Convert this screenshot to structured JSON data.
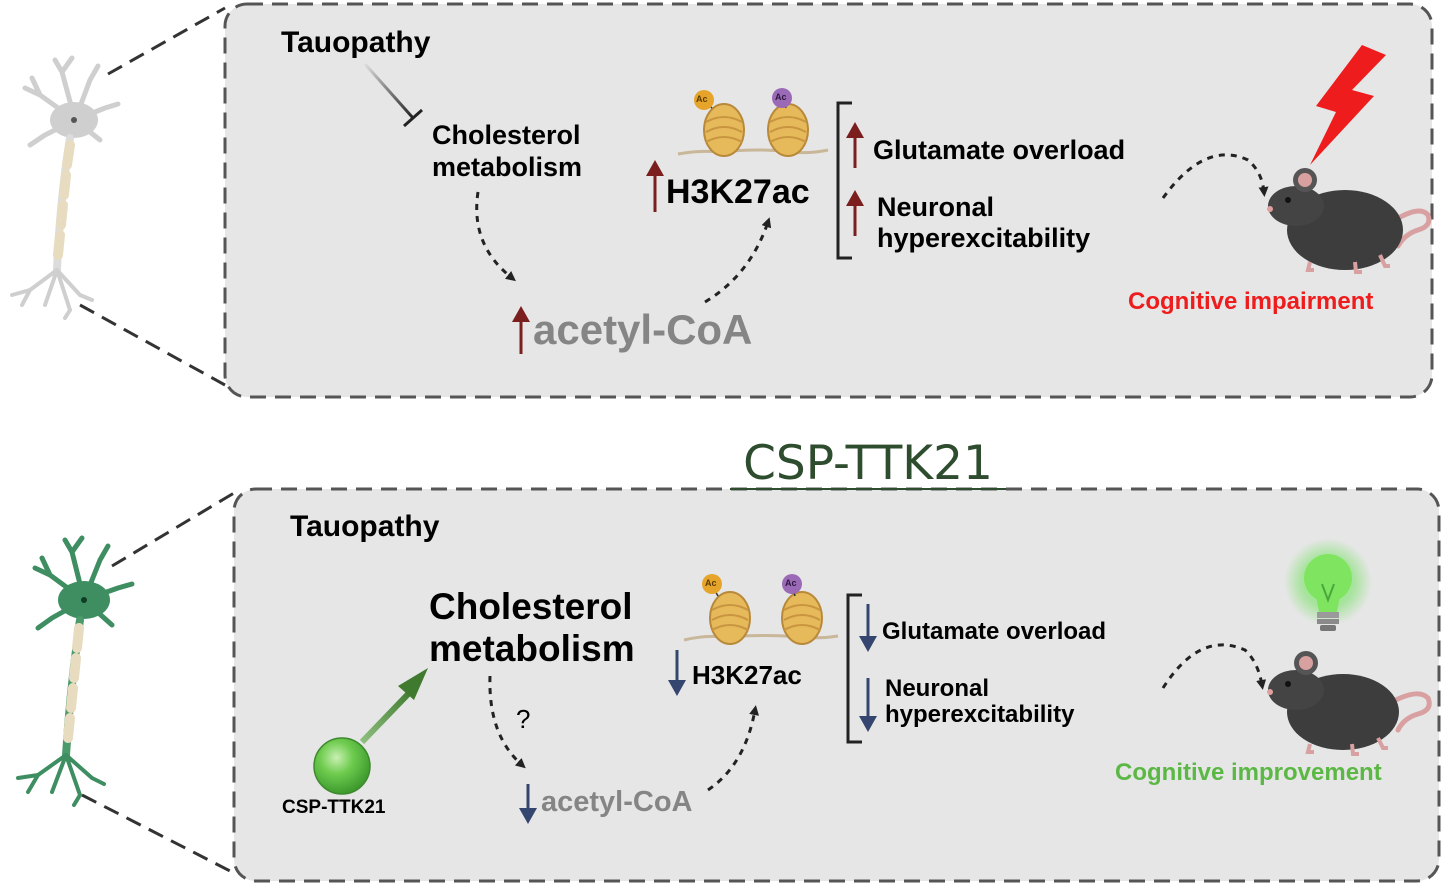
{
  "colors": {
    "panel_fill": "#e6e6e6",
    "panel_border": "#555555",
    "up_arrow": "#7a1e1e",
    "down_arrow": "#34466f",
    "impairment": "#ee1c1c",
    "improvement": "#5cb845",
    "drug_title": "#2e4d2e",
    "drug_arrow": "#3f7a2e",
    "acetyl_gray": "#858585",
    "neuron_gray": "#cfcfcf",
    "neuron_green": "#3e8e62"
  },
  "top_panel": {
    "tauopathy": "Tauopathy",
    "cholesterol_line1": "Cholesterol",
    "cholesterol_line2": "metabolism",
    "h3k27ac": "H3K27ac",
    "acetyl_coa": "acetyl-CoA",
    "glutamate": "Glutamate overload",
    "neuronal_line1": "Neuronal",
    "neuronal_line2": "hyperexcitability",
    "outcome": "Cognitive impairment",
    "ac_badge": "Ac"
  },
  "middle": {
    "drug_title": "CSP-TTK21"
  },
  "bottom_panel": {
    "tauopathy": "Tauopathy",
    "cholesterol_line1": "Cholesterol",
    "cholesterol_line2": "metabolism",
    "h3k27ac": "H3K27ac",
    "acetyl_coa": "acetyl-CoA",
    "question": "?",
    "glutamate": "Glutamate overload",
    "neuronal_line1": "Neuronal",
    "neuronal_line2": "hyperexcitability",
    "drug_label": "CSP-TTK21",
    "outcome": "Cognitive improvement",
    "ac_badge": "Ac"
  }
}
